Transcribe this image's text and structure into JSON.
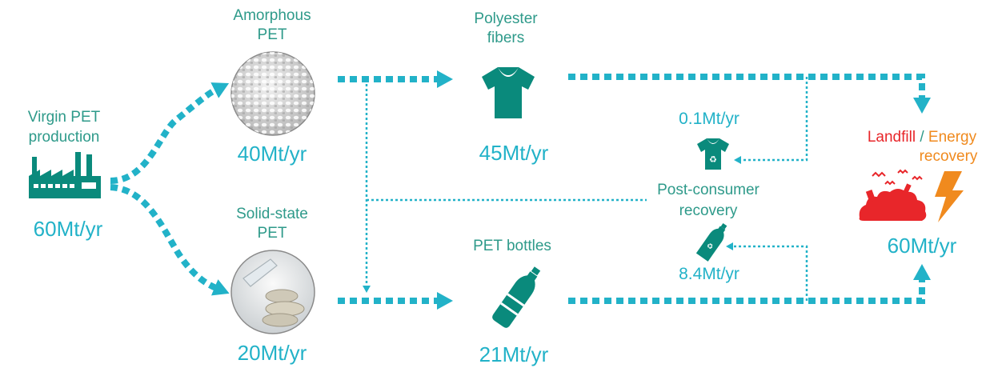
{
  "colors": {
    "flow": "#22b2c8",
    "icon": "#0a8a7c",
    "label": "#2e9a8a",
    "landfill": "#e8262a",
    "energy": "#f08a1e"
  },
  "nodes": {
    "virgin": {
      "label_line1": "Virgin PET",
      "label_line2": "production",
      "value": "60Mt/yr",
      "icon": "factory-icon"
    },
    "amorphous": {
      "label_line1": "Amorphous",
      "label_line2": "PET",
      "value": "40Mt/yr",
      "icon": "pellets-photo"
    },
    "solid_state": {
      "label_line1": "Solid-state",
      "label_line2": "PET",
      "value": "20Mt/yr",
      "icon": "preform-photo"
    },
    "fibers": {
      "label_line1": "Polyester",
      "label_line2": "fibers",
      "value": "45Mt/yr",
      "icon": "tshirt-icon"
    },
    "bottles": {
      "label": "PET bottles",
      "value": "21Mt/yr",
      "icon": "bottle-icon"
    },
    "recovery": {
      "label_line1": "Post-consumer",
      "label_line2": "recovery",
      "fiber_value": "0.1Mt/yr",
      "bottle_value": "8.4Mt/yr",
      "icons": [
        "recycled-tshirt-icon",
        "recycled-bottle-icon"
      ]
    },
    "endoflife": {
      "landfill": "Landfill",
      "separator": " / ",
      "energy": "Energy",
      "recovery": "recovery",
      "value": "60Mt/yr",
      "icons": [
        "landfill-icon",
        "lightning-icon"
      ]
    }
  }
}
